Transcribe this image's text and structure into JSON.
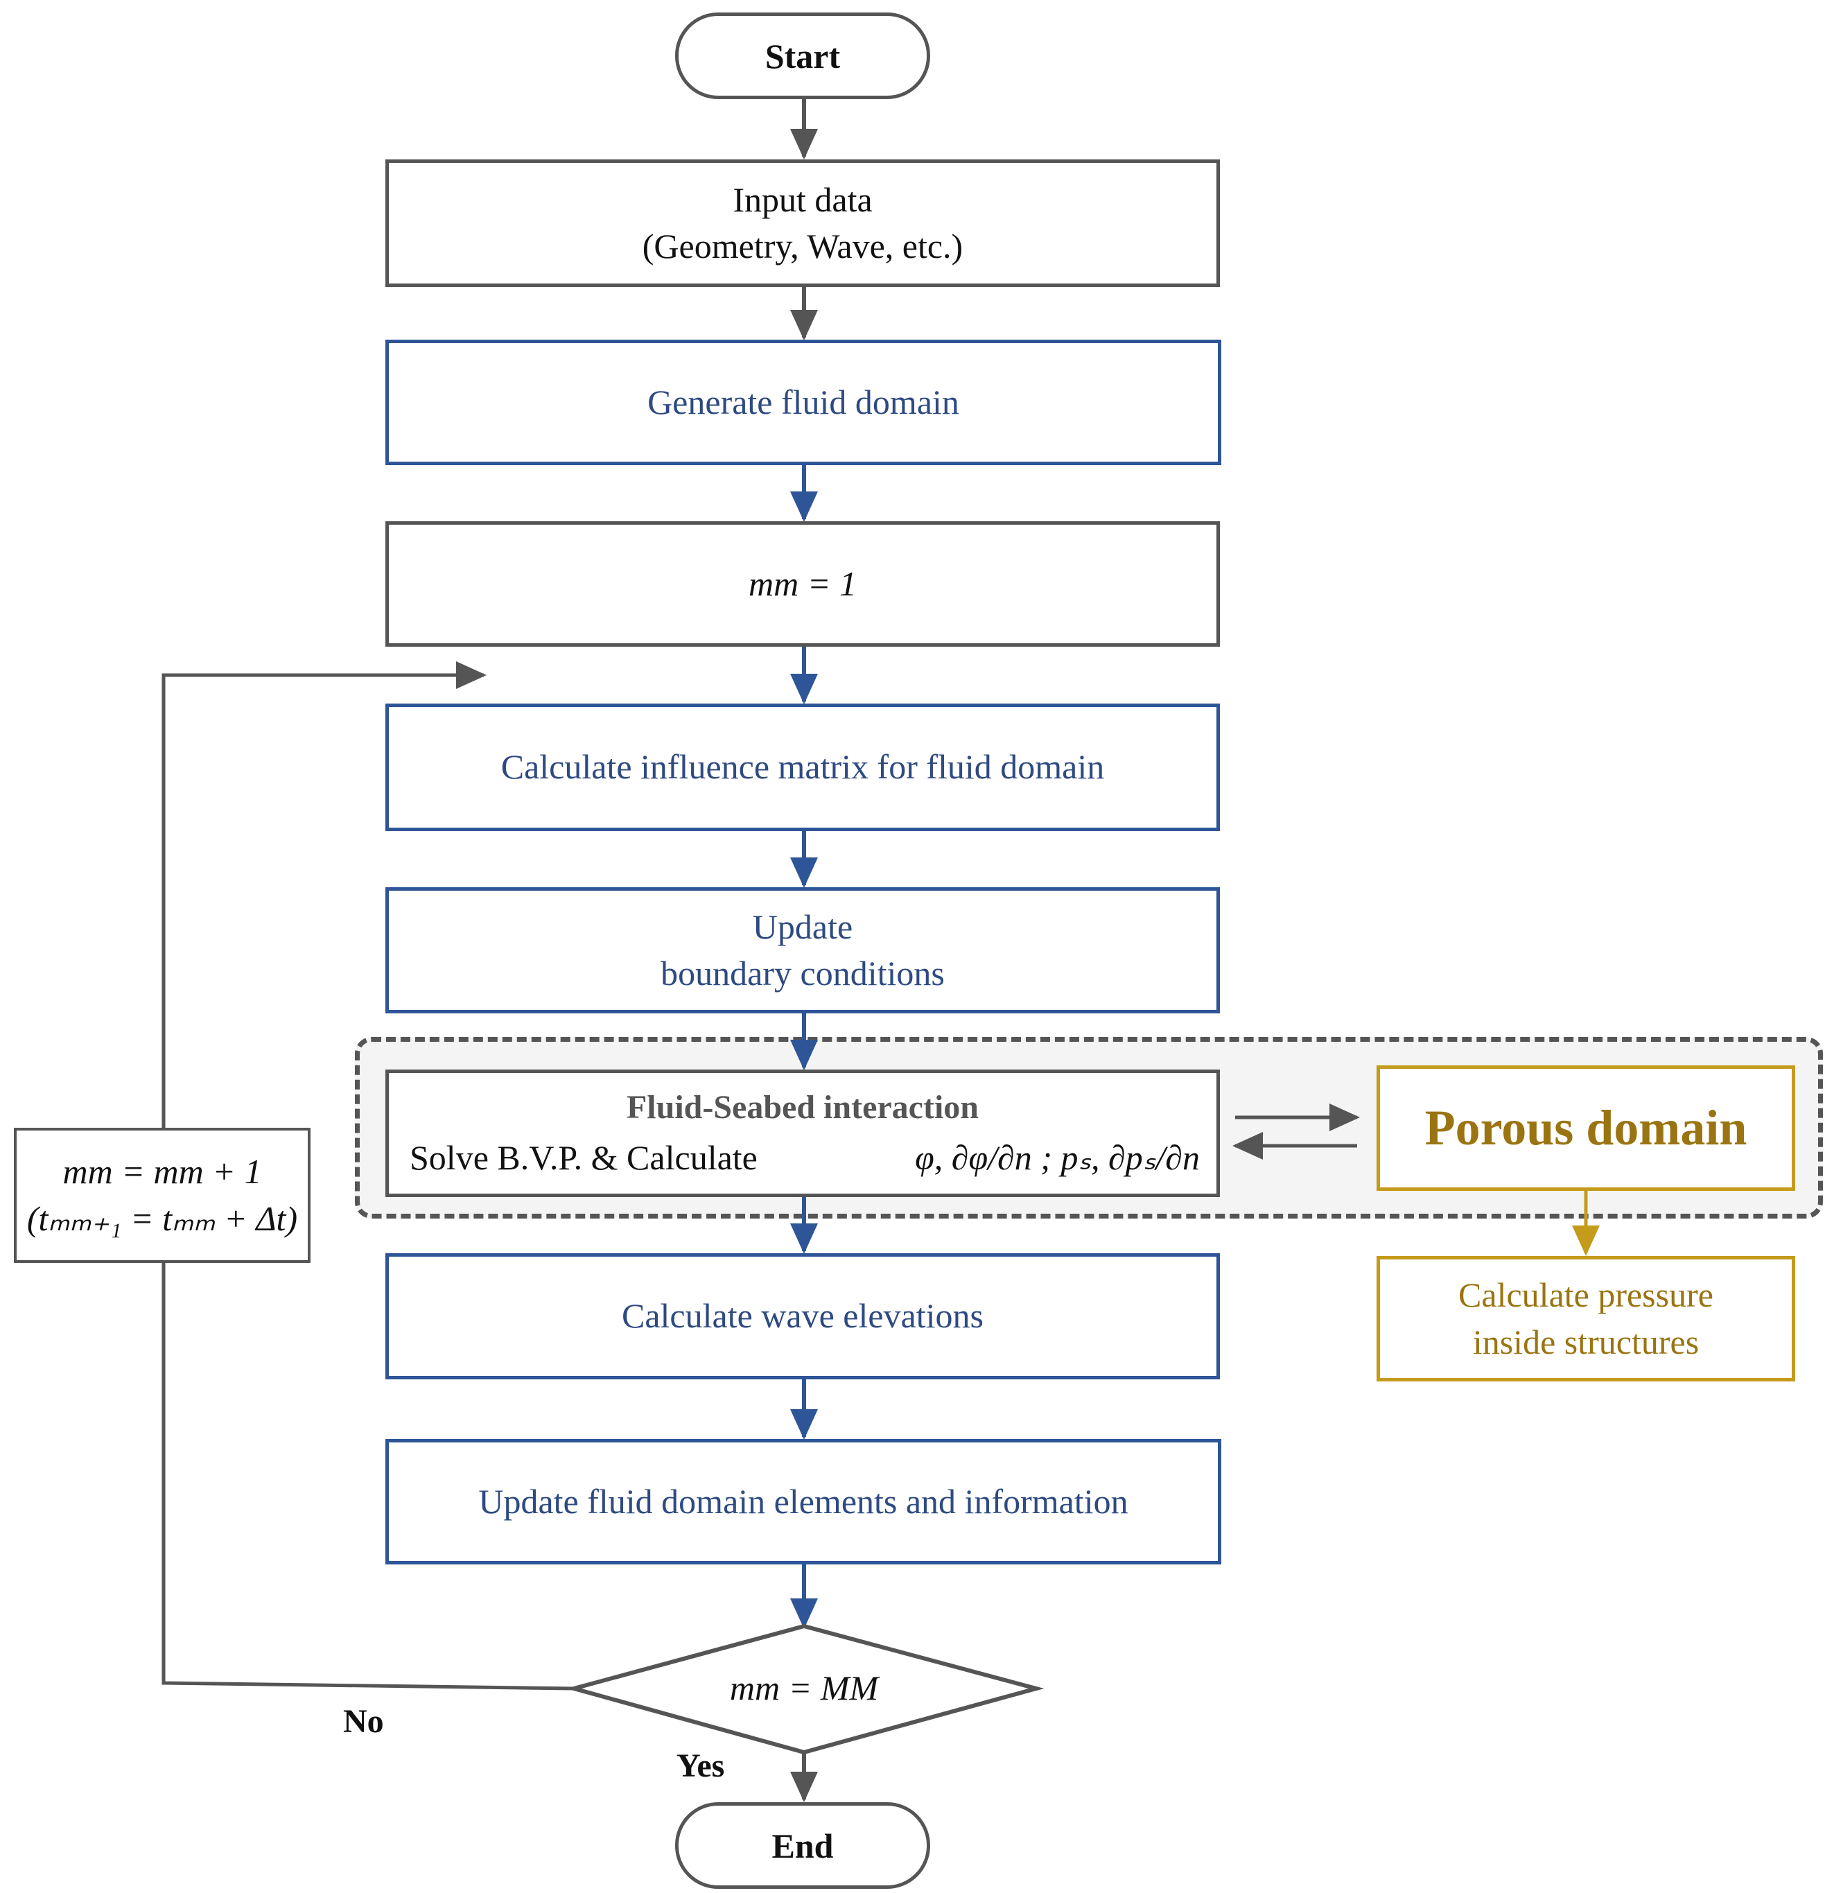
{
  "start": "Start",
  "end": "End",
  "input_line1": "Input data",
  "input_line2": "(Geometry, Wave, etc.)",
  "generate": "Generate fluid domain",
  "init": "mm = 1",
  "influence": "Calculate influence matrix for fluid domain",
  "update_bc_line1": "Update",
  "update_bc_line2": "boundary conditions",
  "interaction_title": "Fluid-Seabed interaction",
  "interaction_solve": "Solve B.V.P. & Calculate",
  "interaction_vars": "φ, ∂φ/∂n ;  pₛ, ∂pₛ/∂n",
  "porous": "Porous domain",
  "pressure_line1": "Calculate pressure",
  "pressure_line2": "inside structures",
  "wave": "Calculate wave elevations",
  "update_elements": "Update fluid domain elements and information",
  "decision": "mm = MM",
  "increment_line1": "mm = mm + 1",
  "increment_line2": "(tₘₘ₊₁ = tₘₘ + Δt)",
  "no_label": "No",
  "yes_label": "Yes",
  "colors": {
    "gray": "#555555",
    "blue": "#2e5597",
    "gold": "#c59b1c"
  }
}
